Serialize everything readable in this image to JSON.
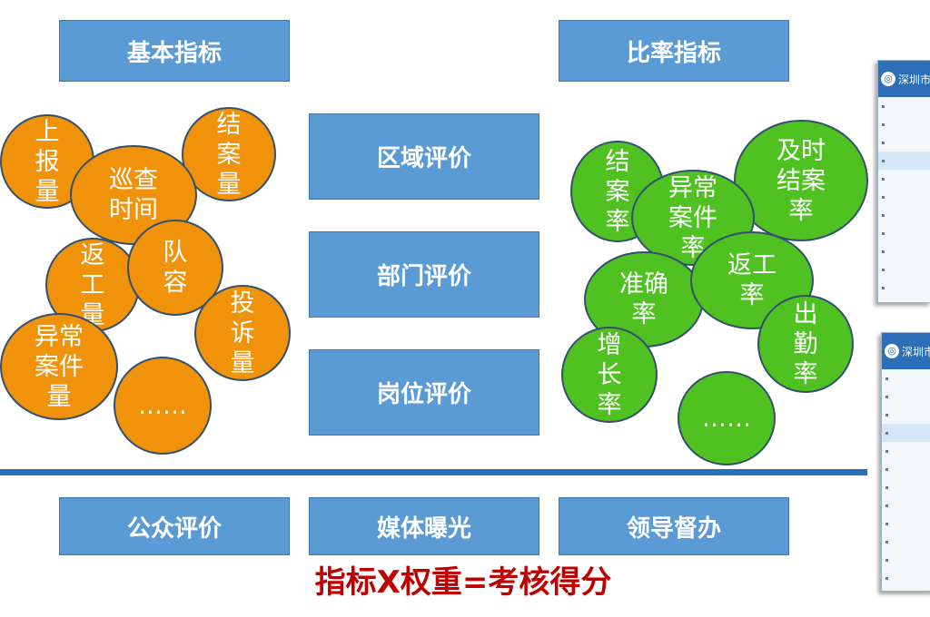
{
  "top_boxes": {
    "basic": "基本指标",
    "ratio": "比率指标"
  },
  "center_boxes": [
    "区域评价",
    "部门评价",
    "岗位评价"
  ],
  "basic_indicators": [
    "上\n报\n量",
    "巡查\n时间",
    "结\n案\n量",
    "返\n工\n量",
    "队\n容",
    "投\n诉\n量",
    "异常\n案件\n量",
    "……"
  ],
  "ratio_indicators": [
    "结\n案\n率",
    "异常\n案件\n率",
    "及时\n结案\n率",
    "准确\n率",
    "返工\n率",
    "出\n勤\n率",
    "增\n长\n率",
    "……"
  ],
  "bottom_boxes": [
    "公众评价",
    "媒体曝光",
    "领导督办"
  ],
  "formula": "指标X权重=考核得分",
  "thumbnails": [
    {
      "title": "深圳市"
    },
    {
      "title": "深圳市"
    }
  ],
  "colors": {
    "box": "#5b9bd5",
    "orange": "#f0920a",
    "green": "#4fc121",
    "line": "#2a6fb5",
    "formula": "#c00000"
  }
}
